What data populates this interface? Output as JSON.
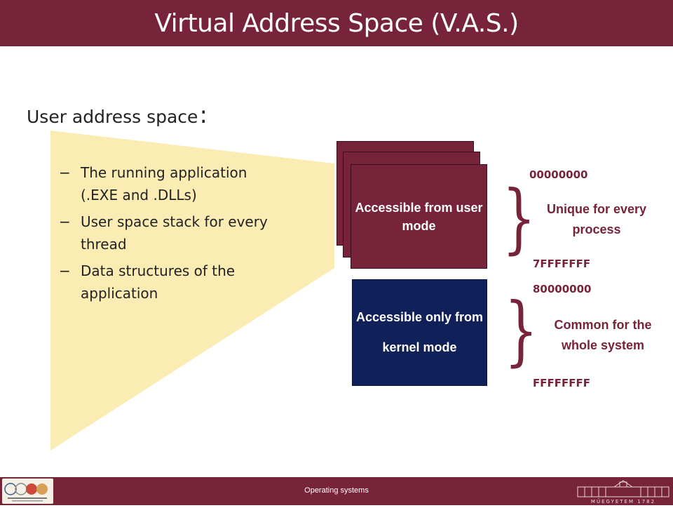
{
  "slide": {
    "title": "Virtual Address Space (V.A.S.)",
    "subtitle": "User address space",
    "subtitle_colon": ":",
    "bullet_marker": "−",
    "bullets": [
      "The running application (.EXE and .DLLs)",
      "User space stack for every thread",
      "Data structures of the application"
    ]
  },
  "diagram": {
    "user_region_label": "Accessible from user mode",
    "kernel_region_label": "Accessible only from kernel mode",
    "addresses": {
      "user_start": "00000000",
      "user_end": "7FFFFFFF",
      "kernel_start": "80000000",
      "kernel_end": "FFFFFFFF"
    },
    "user_desc": "Unique for every process",
    "kernel_desc": "Common for the whole system",
    "brace_glyph": "}"
  },
  "footer": {
    "text": "Operating systems",
    "logo_right_text": "MŰEGYETEM 1782"
  },
  "colors": {
    "accent": "#772339",
    "kernel_box": "#102058",
    "highlight_cone": "#fbecb4"
  }
}
